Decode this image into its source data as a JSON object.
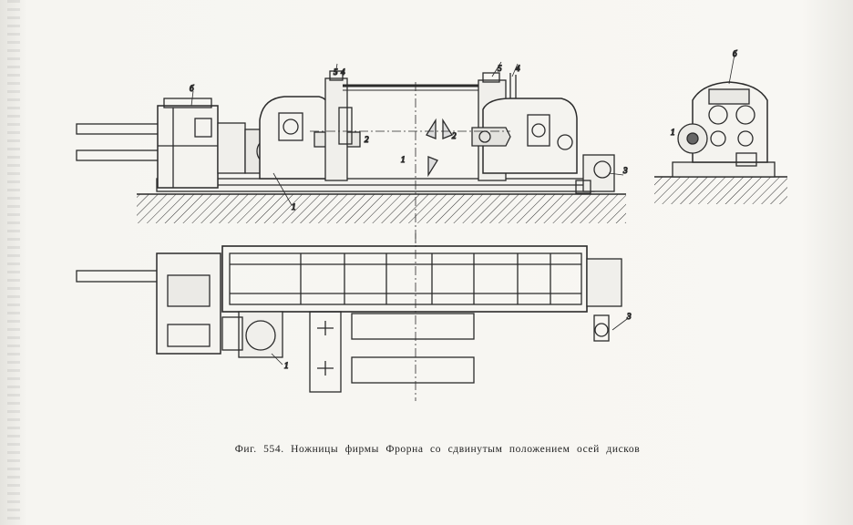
{
  "figure": {
    "caption": "Фиг. 554. Ножницы фирмы Фрорна со сдвинутым положением осей дисков"
  },
  "callouts": {
    "side_view": [
      "б",
      "5",
      "4",
      "5",
      "4",
      "2",
      "2",
      "1",
      "3",
      "1"
    ],
    "end_view": [
      "б",
      "1"
    ],
    "plan_view": [
      "3",
      "1"
    ]
  }
}
